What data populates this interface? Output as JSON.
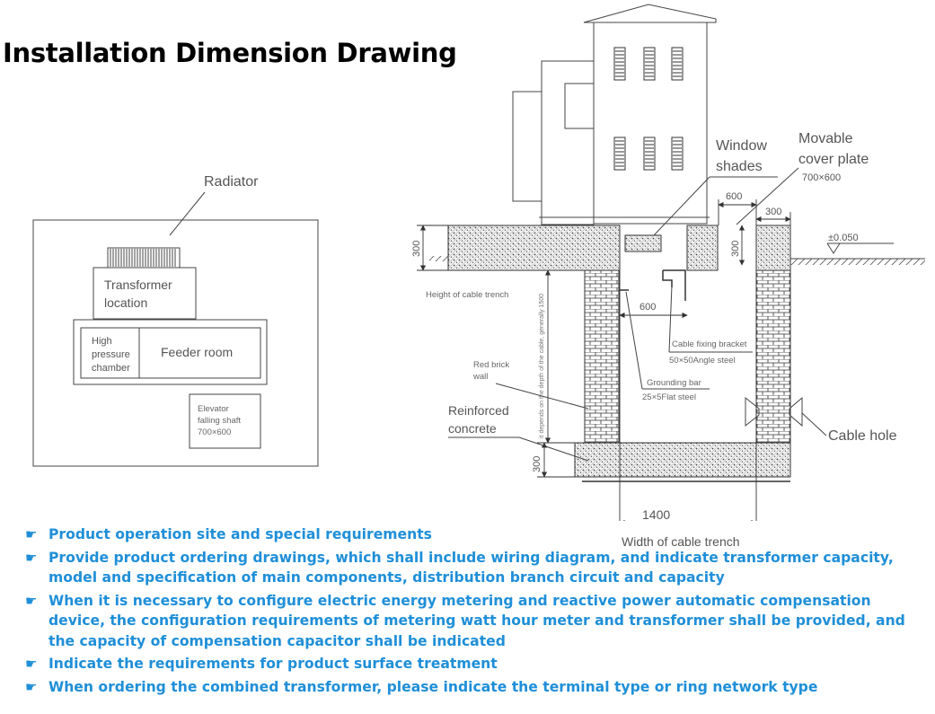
{
  "title": "Installation Dimension Drawing",
  "plan_view": {
    "radiator": "Radiator",
    "transformer_location": [
      "Transformer",
      "location"
    ],
    "high_pressure_chamber": [
      "High",
      "pressure",
      "chamber"
    ],
    "feeder_room": "Feeder room",
    "elevator_shaft": [
      "Elevator",
      "falling shaft",
      "700×600"
    ]
  },
  "section_view": {
    "window_shades": [
      "Window",
      "shades"
    ],
    "movable_cover_plate": [
      "Movable",
      "cover plate"
    ],
    "cover_plate_size": "700×600",
    "dim_600_top": "600",
    "dim_300_right": "300",
    "dim_300_left": "300",
    "dim_300_inner": "300",
    "level_mark": "±0.050",
    "height_of_cable_trench": "Height of cable trench",
    "vertical_note": "it depends on the depth of the cable, generally 1500",
    "dim_600_inner": "600",
    "cable_fixing_bracket": "Cable fixing bracket",
    "angle_steel": "50×50Angle steel",
    "red_brick_wall": [
      "Red brick",
      "wall"
    ],
    "grounding_bar": "Grounding bar",
    "flat_steel": "25×5Flat steel",
    "reinforced_concrete": [
      "Reinforced",
      "concrete"
    ],
    "cable_hole": "Cable hole",
    "dim_300_bottom": "300",
    "dim_1400": "1400",
    "width_of_cable_trench": "Width of cable trench"
  },
  "requirements": [
    "Product operation site and special requirements",
    "Provide product ordering drawings, which shall include wiring diagram, and indicate transformer capacity, model and specification of main components, distribution branch circuit and capacity",
    "When it is necessary to configure electric energy metering and reactive power automatic compensation device, the configuration requirements of metering watt hour meter and transformer shall be provided, and the capacity of compensation capacitor shall be indicated",
    "Indicate the requirements for product surface treatment",
    "When ordering the combined transformer, please indicate the terminal type or ring network type"
  ],
  "bullet_icon": "pointing-hand-icon",
  "colors": {
    "requirements_text": "#1f8fd8"
  }
}
